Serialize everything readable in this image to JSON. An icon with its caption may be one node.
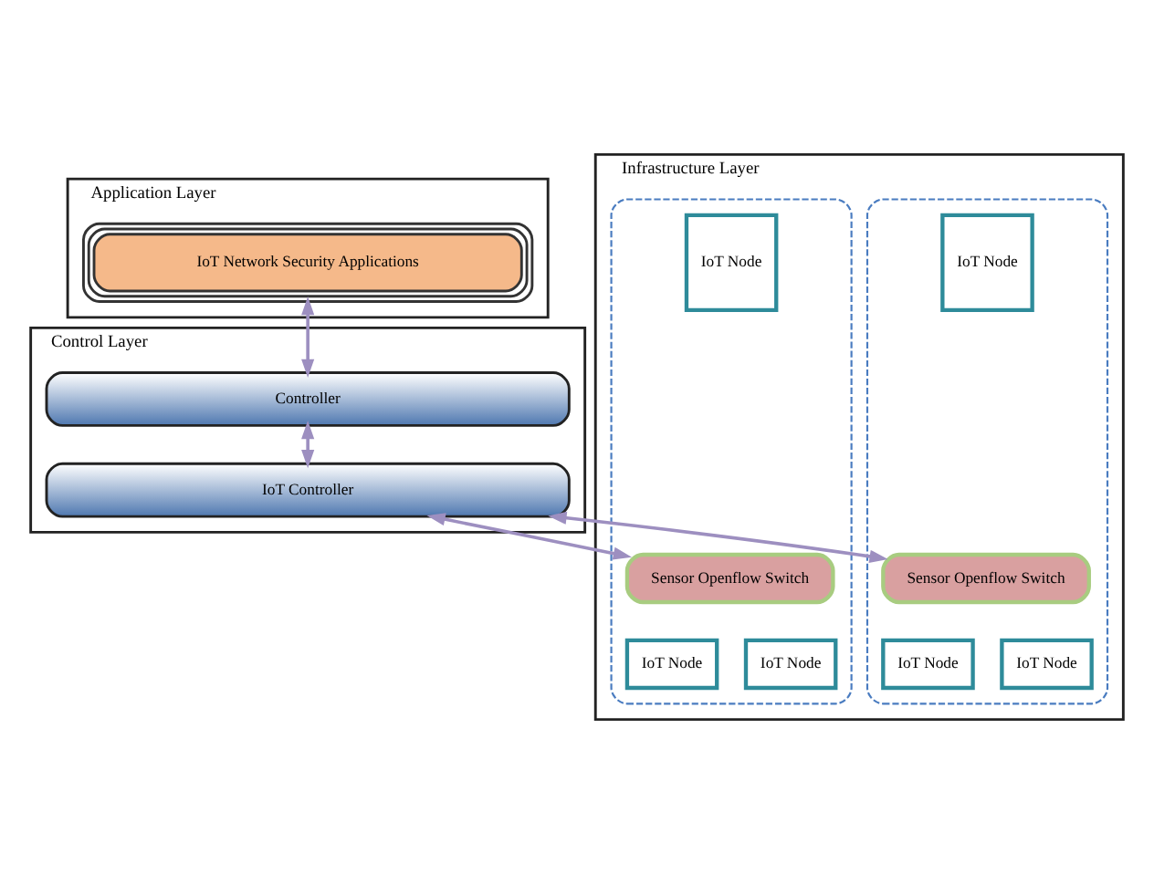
{
  "diagram": {
    "nodes": [
      {
        "text": [
          "Application Layer"
        ]
      },
      {
        "text": [
          "IoT Network Security Applications"
        ],
        "in": 0
      },
      {
        "text": [
          "Control Layer"
        ]
      },
      {
        "text": [
          "Controller"
        ],
        "in": 2
      },
      {
        "text": [
          "IoT Controller"
        ],
        "in": 2
      },
      {
        "text": [
          "Infrastructure Layer"
        ]
      },
      {
        "text": [],
        "shape": "box",
        "in": 5
      },
      {
        "text": [
          "Sensor Openflow Switch"
        ],
        "in": 6
      },
      {
        "text": [
          "IoT Node"
        ],
        "in": 6
      },
      {
        "text": [
          "IoT Node"
        ],
        "in": 6
      },
      {
        "text": [
          "IoT Node"
        ],
        "in": 6
      },
      {
        "text": [],
        "shape": "box",
        "in": 5
      },
      {
        "text": [
          "Sensor Openflow Switch"
        ],
        "in": 11
      },
      {
        "text": [
          "IoT Node"
        ],
        "in": 11
      },
      {
        "text": [
          "IoT Node"
        ],
        "in": 11
      },
      {
        "text": [
          "IoT Node"
        ],
        "in": 11
      }
    ],
    "edges": [
      {
        "from": 1,
        "to": 3,
        "arrow": "both"
      },
      {
        "from": 3,
        "to": 4,
        "arrow": "both"
      },
      {
        "from": 4,
        "to": 7,
        "arrow": "both"
      },
      {
        "from": 4,
        "to": 12,
        "arrow": "both"
      }
    ]
  }
}
